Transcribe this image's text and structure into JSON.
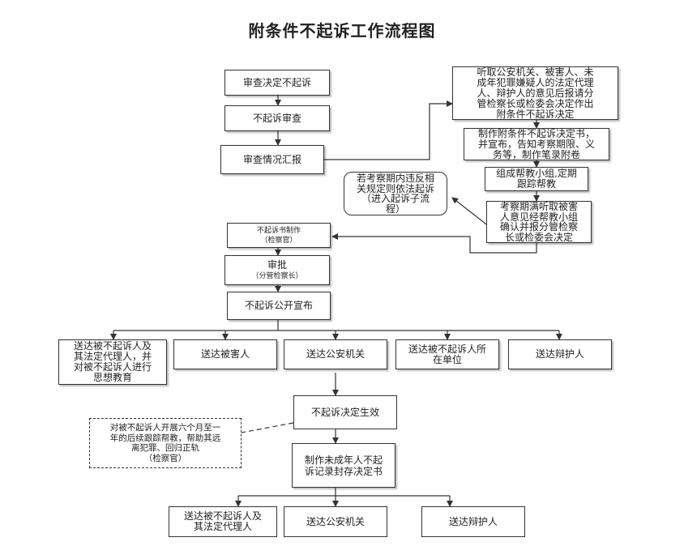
{
  "title": "附条件不起诉工作流程图",
  "boxes": {
    "review_decision": [
      "审查决定不起诉"
    ],
    "review": [
      "不起诉审查"
    ],
    "report": [
      "审查情况汇报"
    ],
    "hear_opinions": [
      "听取公安机关、被害人、未",
      "成年犯罪嫌疑人的法定代理",
      "人、辩护人的意见后报请分",
      "管检察长或检委会决定作出",
      "附条件不起诉决定"
    ],
    "make_decision": [
      "制作附条件不起诉决定书，",
      "并宣布，告知考察期限、义",
      "务等，制作笔录附卷"
    ],
    "help_group": [
      "组成帮教小组,定期",
      "跟踪帮教"
    ],
    "end_review": [
      "考察期满听取被害",
      "人意见经帮教小组",
      "确认并报分管检察",
      "长或检委会决定"
    ],
    "violation": [
      "若考察期内违反相",
      "关规定则依法起诉",
      "（进入起诉子流",
      "程）"
    ],
    "make_doc": {
      "main": "不起诉书制作",
      "sub": "（检察官）"
    },
    "approve": {
      "main": "审批",
      "sub": "（分管检察长）"
    },
    "announce": [
      "不起诉公开宣布"
    ],
    "deliver_suspect": [
      "送达被不起诉人及",
      "其法定代理人，并",
      "对被不起诉人进行",
      "思想教育"
    ],
    "deliver_victim": [
      "送达被害人"
    ],
    "deliver_police": [
      "送达公安机关"
    ],
    "deliver_unit": [
      "送达被不起诉人所",
      "在单位"
    ],
    "deliver_defender": [
      "送达辩护人"
    ],
    "effective": [
      "不起诉决定生效"
    ],
    "follow_up": [
      "对被不起诉人开展六个月至一",
      "年的后续跟踪帮教，帮助其远",
      "离犯罪、回归正轨",
      "（检察官）"
    ],
    "seal_record": [
      "制作未成年人不起",
      "诉记录封存决定书"
    ],
    "final_suspect": [
      "送达被不起诉人及",
      "其法定代理人"
    ],
    "final_police": [
      "送达公安机关"
    ],
    "final_defender": [
      "送达辩护人"
    ]
  }
}
